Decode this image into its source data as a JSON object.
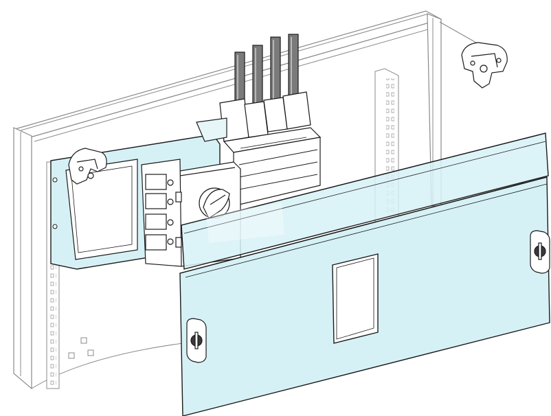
{
  "diagram": {
    "kind": "technical-line-drawing",
    "text_labels": []
  },
  "colors": {
    "panel_fill": "#d6f1f6",
    "panel_stroke": "#1a1a1a",
    "frame_stroke": "#8a8a8a",
    "frame_fill": "#ffffff",
    "glass_fill": "#e6f6f9",
    "dark_fill": "#3a3a3a",
    "cable_fill": "#7a7a7a",
    "window_fill": "#ffffff"
  },
  "components": [
    {
      "name": "enclosure-frame",
      "icon": "cabinet-frame-icon"
    },
    {
      "name": "left-mounting-rail",
      "icon": "perforated-rail-icon"
    },
    {
      "name": "right-mounting-rail",
      "icon": "perforated-rail-icon"
    },
    {
      "name": "left-rail-clamp",
      "icon": "clamp-icon"
    },
    {
      "name": "right-rail-clamp",
      "icon": "clamp-icon"
    },
    {
      "name": "mounting-plate",
      "icon": "mounting-plate-icon"
    },
    {
      "name": "circuit-breaker",
      "icon": "breaker-icon"
    },
    {
      "name": "rotary-handle",
      "icon": "rotary-handle-icon"
    },
    {
      "name": "power-cables",
      "icon": "cable-icon"
    },
    {
      "name": "upper-front-cover",
      "icon": "cover-plate-icon"
    },
    {
      "name": "lower-front-cover",
      "icon": "cover-plate-icon"
    },
    {
      "name": "cover-window",
      "icon": "cutout-window-icon"
    },
    {
      "name": "cover-lock-left",
      "icon": "quarter-turn-lock-icon"
    },
    {
      "name": "cover-lock-right",
      "icon": "quarter-turn-lock-icon"
    }
  ]
}
